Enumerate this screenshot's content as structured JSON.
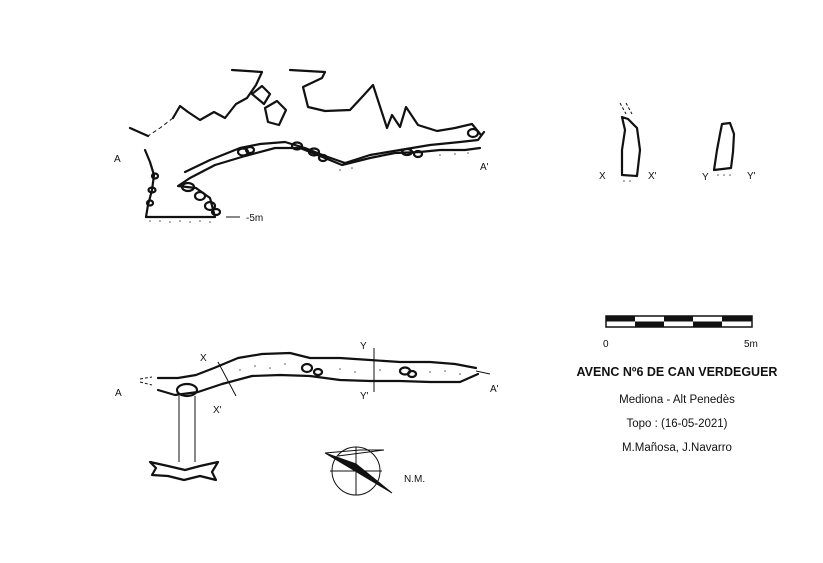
{
  "section": {
    "left_label": "A",
    "right_label": "A'",
    "depth_label": "-5m"
  },
  "cross_sections": {
    "x_left": "X",
    "x_right": "X'",
    "y_left": "Y",
    "y_right": "Y'"
  },
  "plan": {
    "left_label": "A",
    "right_label": "A'",
    "x_top": "X",
    "x_bottom": "X'",
    "y_top": "Y",
    "y_bottom": "Y'"
  },
  "north": {
    "label": "N.M."
  },
  "scale": {
    "start": "0",
    "end": "5m"
  },
  "info": {
    "title": "AVENC Nº6 DE CAN VERDEGUER",
    "location": "Mediona - Alt Penedès",
    "survey": "Topo : (16-05-2021)",
    "authors": "M.Mañosa, J.Navarro"
  }
}
